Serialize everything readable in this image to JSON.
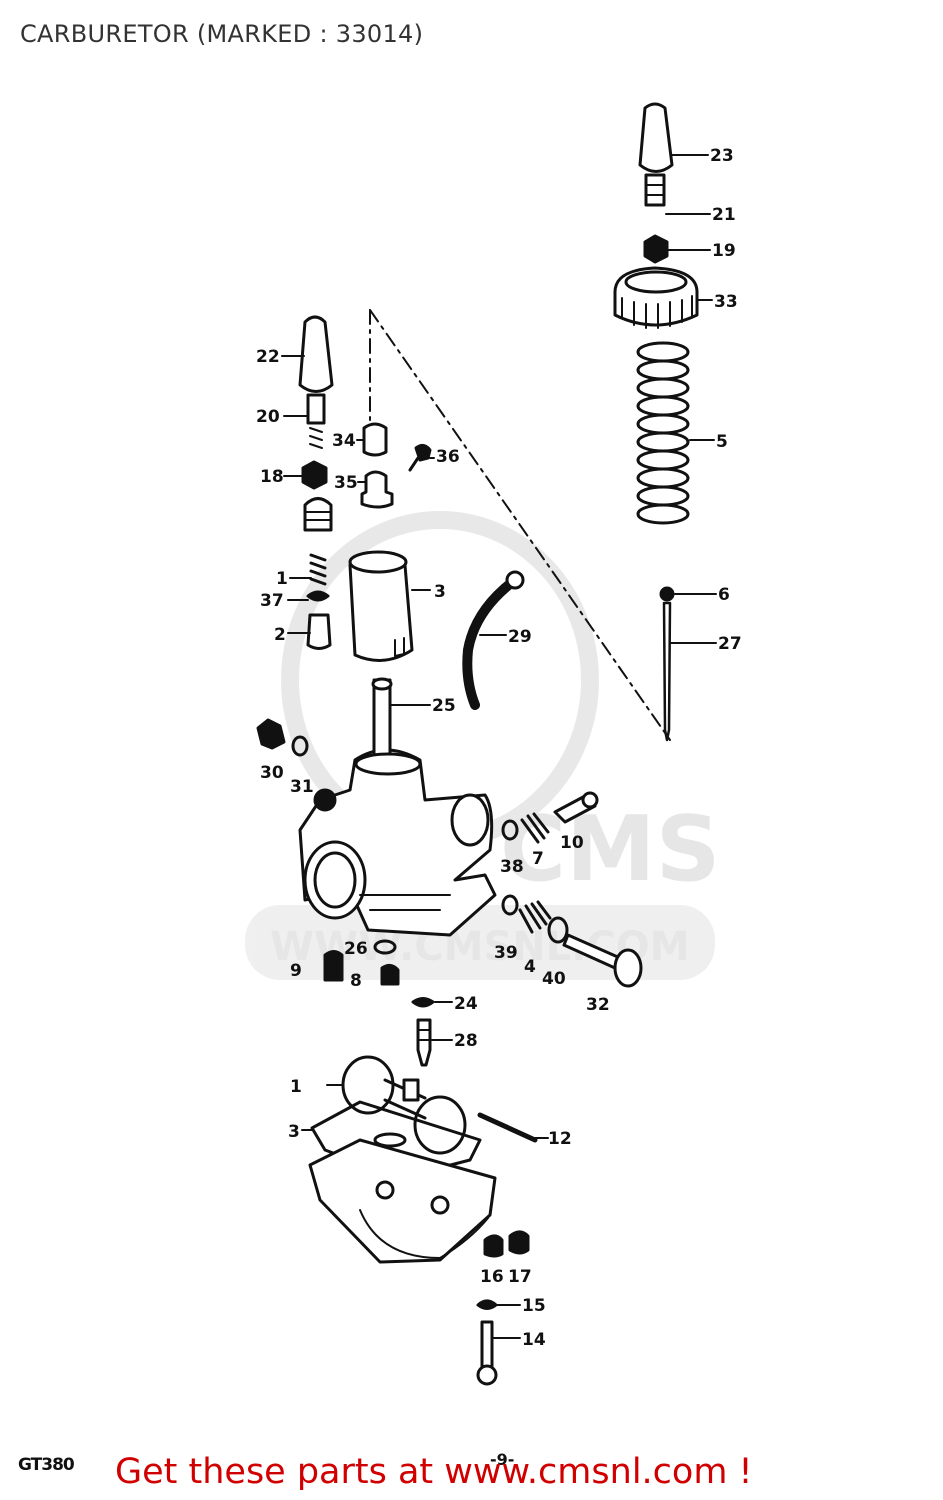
{
  "header": {
    "title": "CARBURETOR (MARKED : 33014)"
  },
  "footer": {
    "model": "GT380",
    "page_number": "-9-",
    "cta": "Get these parts at www.cmsnl.com !"
  },
  "watermark": {
    "text": "WWW.CMSNL.COM",
    "logo": "CMS"
  },
  "parts": [
    {
      "id": "lbl-23",
      "text": "23"
    },
    {
      "id": "lbl-21",
      "text": "21"
    },
    {
      "id": "lbl-19",
      "text": "19"
    },
    {
      "id": "lbl-33",
      "text": "33"
    },
    {
      "id": "lbl-5a",
      "text": "5"
    },
    {
      "id": "lbl-6",
      "text": "6"
    },
    {
      "id": "lbl-27",
      "text": "27"
    },
    {
      "id": "lbl-22",
      "text": "22"
    },
    {
      "id": "lbl-20",
      "text": "20"
    },
    {
      "id": "lbl-34",
      "text": "34"
    },
    {
      "id": "lbl-36",
      "text": "36"
    },
    {
      "id": "lbl-18",
      "text": "18"
    },
    {
      "id": "lbl-35",
      "text": "35"
    },
    {
      "id": "lbl-1a",
      "text": "1"
    },
    {
      "id": "lbl-37",
      "text": "37"
    },
    {
      "id": "lbl-2",
      "text": "2"
    },
    {
      "id": "lbl-3a",
      "text": "3"
    },
    {
      "id": "lbl-29",
      "text": "29"
    },
    {
      "id": "lbl-25",
      "text": "25"
    },
    {
      "id": "lbl-30",
      "text": "30"
    },
    {
      "id": "lbl-31",
      "text": "31"
    },
    {
      "id": "lbl-38",
      "text": "38"
    },
    {
      "id": "lbl-7",
      "text": "7"
    },
    {
      "id": "lbl-10",
      "text": "10"
    },
    {
      "id": "lbl-39",
      "text": "39"
    },
    {
      "id": "lbl-4",
      "text": "4"
    },
    {
      "id": "lbl-40",
      "text": "40"
    },
    {
      "id": "lbl-32",
      "text": "32"
    },
    {
      "id": "lbl-26",
      "text": "26"
    },
    {
      "id": "lbl-9",
      "text": "9"
    },
    {
      "id": "lbl-8",
      "text": "8"
    },
    {
      "id": "lbl-24",
      "text": "24"
    },
    {
      "id": "lbl-28",
      "text": "28"
    },
    {
      "id": "lbl-1b",
      "text": "1"
    },
    {
      "id": "lbl-3b",
      "text": "3"
    },
    {
      "id": "lbl-12",
      "text": "12"
    },
    {
      "id": "lbl-16",
      "text": "16"
    },
    {
      "id": "lbl-17",
      "text": "17"
    },
    {
      "id": "lbl-15",
      "text": "15"
    },
    {
      "id": "lbl-14",
      "text": "14"
    }
  ]
}
